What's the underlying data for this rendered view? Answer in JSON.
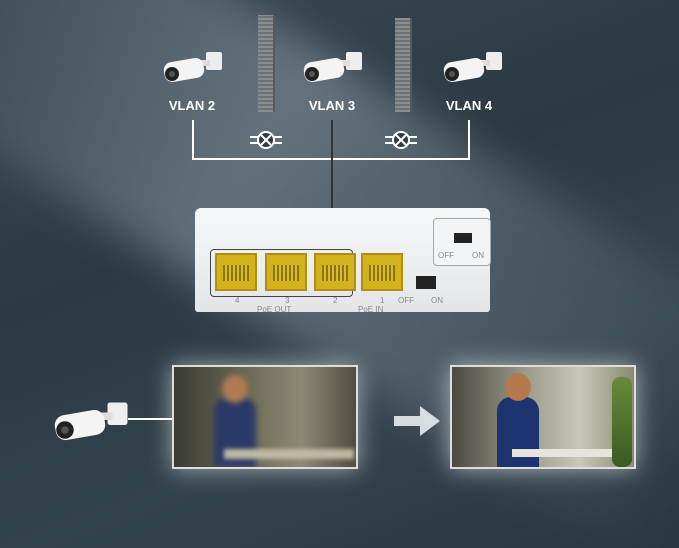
{
  "vlans": [
    {
      "label": "VLAN 2"
    },
    {
      "label": "VLAN 3"
    },
    {
      "label": "VLAN 4"
    }
  ],
  "switch": {
    "ports": [
      {
        "label": "4"
      },
      {
        "label": "3"
      },
      {
        "label": "2"
      },
      {
        "label": "1"
      }
    ],
    "group_out": "PoE OUT",
    "group_in": "PoE IN",
    "power_off": "OFF",
    "power_on": "ON",
    "dip_off": "OFF",
    "dip_on": "ON"
  },
  "colors": {
    "port": "#d3b21b",
    "background": "#2f3d47",
    "line": "#ffffff"
  }
}
